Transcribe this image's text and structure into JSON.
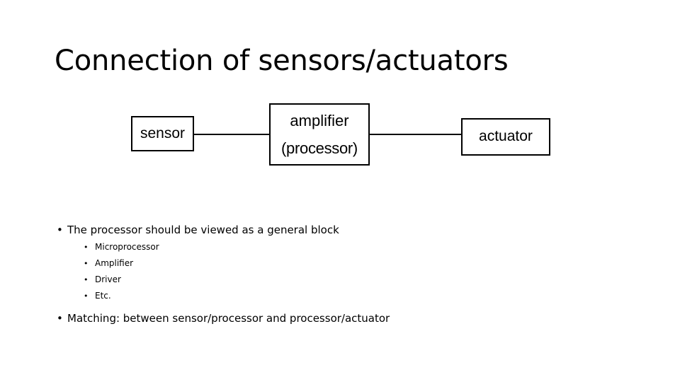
{
  "slide": {
    "title": "Connection of sensors/actuators",
    "background_color": "#ffffff",
    "text_color": "#000000"
  },
  "diagram": {
    "type": "block-diagram",
    "stroke_color": "#000000",
    "fill_color": "#ffffff",
    "nodes": [
      {
        "id": "sensor",
        "label": "sensor"
      },
      {
        "id": "amplifier",
        "label_line_1": "amplifier",
        "label_line_2": "(processor)"
      },
      {
        "id": "actuator",
        "label": "actuator"
      }
    ],
    "links": [
      {
        "from": "sensor",
        "to": "amplifier"
      },
      {
        "from": "amplifier",
        "to": "actuator"
      }
    ]
  },
  "body": {
    "bullet_marker": "•",
    "sub_bullet_marker": "•",
    "bullets": [
      {
        "text": "The processor should be viewed as a general block"
      },
      {
        "text": "Matching: between sensor/processor and processor/actuator"
      }
    ],
    "sub_bullets": [
      {
        "text": "Microprocessor"
      },
      {
        "text": "Amplifier"
      },
      {
        "text": "Driver"
      },
      {
        "text": "Etc."
      }
    ]
  }
}
